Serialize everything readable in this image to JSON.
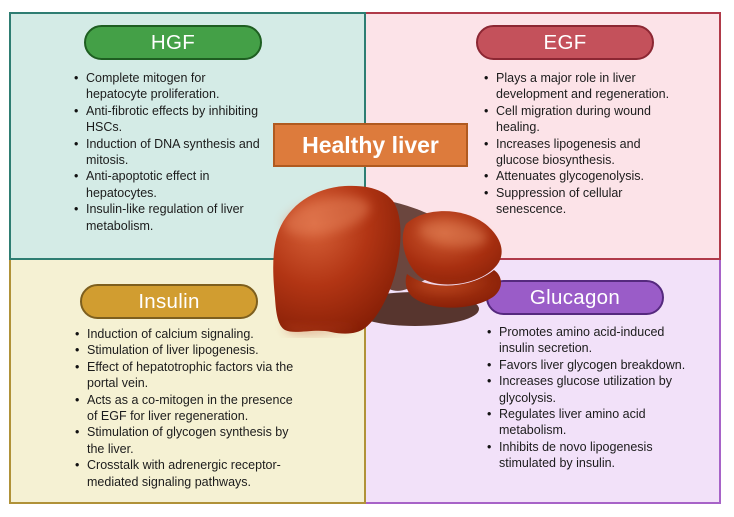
{
  "center_label": {
    "text": "Healthy liver",
    "bg": "#dd7b3c",
    "border": "#b05a20",
    "text_color": "#ffffff"
  },
  "illustration": {
    "icon": "liver-illustration"
  },
  "quadrants": [
    {
      "id": "hgf",
      "title": "HGF",
      "colors": {
        "panel_bg": "#d4ebe6",
        "panel_border": "#2e7d72",
        "pill_bg": "#44a047",
        "pill_border": "#1e5e21"
      },
      "bullets": [
        "Complete mitogen for hepatocyte proliferation.",
        "Anti-fibrotic effects by inhibiting HSCs.",
        "Induction of DNA synthesis and mitosis.",
        "Anti-apoptotic effect in hepatocytes.",
        "Insulin-like regulation of liver metabolism."
      ]
    },
    {
      "id": "egf",
      "title": "EGF",
      "colors": {
        "panel_bg": "#fce3e8",
        "panel_border": "#b03a49",
        "pill_bg": "#c4515b",
        "pill_border": "#8c2733"
      },
      "bullets": [
        "Plays a major role in liver development and regeneration.",
        "Cell migration during wound healing.",
        "Increases lipogenesis and glucose biosynthesis.",
        "Attenuates glycogenolysis.",
        "Suppression of cellular senescence."
      ]
    },
    {
      "id": "insulin",
      "title": "Insulin",
      "colors": {
        "panel_bg": "#f5f1d3",
        "panel_border": "#b09238",
        "pill_bg": "#d19d30",
        "pill_border": "#7d5f1e"
      },
      "bullets": [
        "Induction of calcium signaling.",
        "Stimulation of liver lipogenesis.",
        "Effect of hepatotrophic factors via the portal vein.",
        "Acts as a co-mitogen in the presence of EGF for liver regeneration.",
        "Stimulation of glycogen synthesis by the liver.",
        "Crosstalk with adrenergic receptor-mediated signaling pathways."
      ]
    },
    {
      "id": "glucagon",
      "title": "Glucagon",
      "colors": {
        "panel_bg": "#f2e1f9",
        "panel_border": "#a763c8",
        "pill_bg": "#9a5cc8",
        "pill_border": "#55297e"
      },
      "bullets": [
        "Promotes amino acid-induced insulin secretion.",
        "Favors liver glycogen breakdown.",
        "Increases glucose utilization by glycolysis.",
        "Regulates liver amino acid metabolism.",
        "Inhibits de novo lipogenesis stimulated by insulin."
      ]
    }
  ]
}
